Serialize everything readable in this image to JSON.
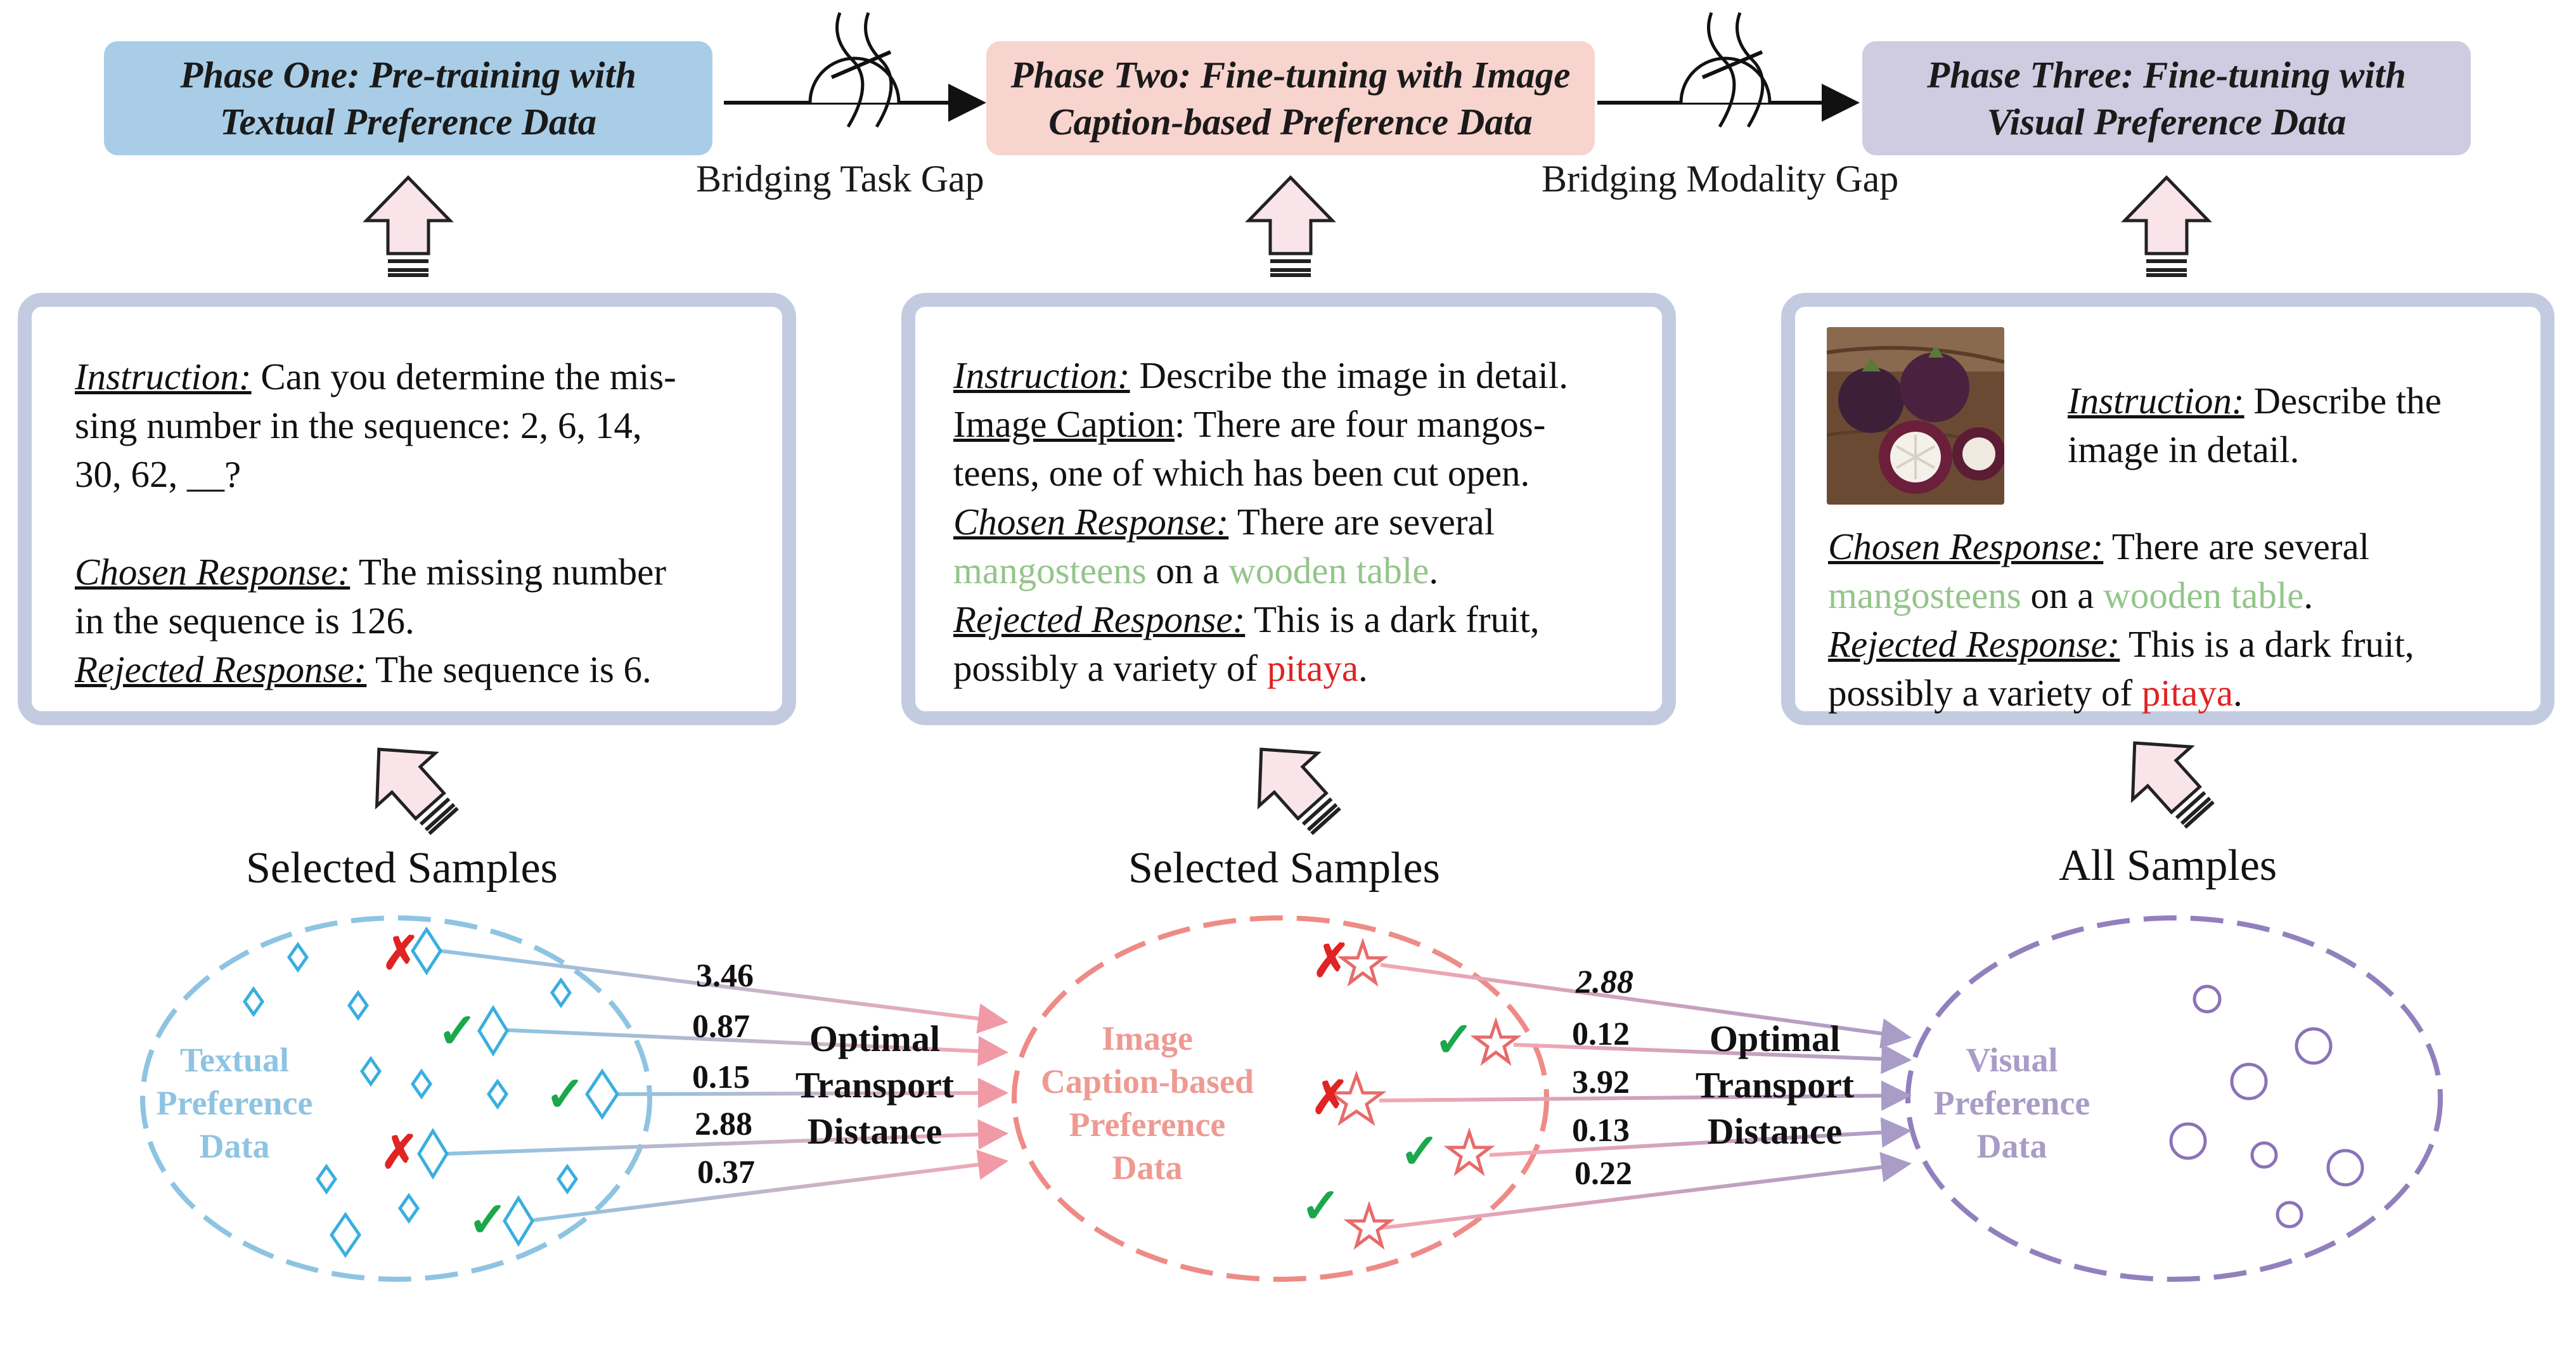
{
  "phases": [
    {
      "line1": "Phase One: Pre-training with",
      "line2": "Textual Preference Data",
      "color": "#a9cde6"
    },
    {
      "line1": "Phase Two:  Fine-tuning with Image",
      "line2": "Caption-based Preference Data",
      "color": "#f8d4cf"
    },
    {
      "line1": "Phase Three:  Fine-tuning with",
      "line2": "Visual Preference Data",
      "color": "#cfcbe0"
    }
  ],
  "gaps": {
    "task": "Bridging Task Gap",
    "modality": "Bridging Modality Gap"
  },
  "card1": {
    "instruction_label": "Instruction:",
    "instruction_l1": " Can you determine the mis-",
    "instruction_l2": "sing number in the sequence: 2, 6, 14,",
    "instruction_l3": "30, 62, __?",
    "chosen_label": "Chosen Response:",
    "chosen_l1": " The missing number",
    "chosen_l2": "in the sequence is 126.",
    "rejected_label": "Rejected Response:",
    "rejected_text": " The sequence is 6."
  },
  "card2": {
    "instruction_label": "Instruction:",
    "instruction_text": " Describe the image in detail.",
    "caption_label": "Image Caption",
    "caption_l1": ": There are four mangos-",
    "caption_l2": "teens, one of which has been cut open.",
    "chosen_label": "Chosen Response:",
    "chosen_l1": " There are several",
    "chosen_green1": "mangosteens",
    "chosen_mid": " on a ",
    "chosen_green2": "wooden table",
    "chosen_end": ".",
    "rejected_label": "Rejected Response:",
    "rejected_l1": " This is a dark fruit,",
    "rejected_l2": "possibly a variety of ",
    "rejected_red": "pitaya",
    "rejected_end": "."
  },
  "card3": {
    "instruction_label": "Instruction:",
    "instruction_l1": " Describe the",
    "instruction_l2": "image in detail.",
    "chosen_label": "Chosen Response:",
    "chosen_l1": " There are several",
    "chosen_green1": "mangosteens",
    "chosen_mid": " on a ",
    "chosen_green2": "wooden table",
    "chosen_end": ".",
    "rejected_label": "Rejected Response:",
    "rejected_l1": " This is a dark fruit,",
    "rejected_l2": "possibly a variety of ",
    "rejected_red": "pitaya",
    "rejected_end": "."
  },
  "samples": {
    "left": "Selected Samples",
    "middle": "Selected Samples",
    "right": "All Samples"
  },
  "clusters": {
    "textual": {
      "l1": "Textual",
      "l2": "Preference",
      "l3": "Data",
      "color": "#8ec4e2"
    },
    "caption": {
      "l1": "Image",
      "l2": "Caption-based",
      "l3": "Preference",
      "l4": "Data",
      "color": "#ee9a92"
    },
    "visual": {
      "l1": "Visual",
      "l2": "Preference",
      "l3": "Data",
      "color": "#a99cc7"
    }
  },
  "otd": {
    "l1": "Optimal",
    "l2": "Transport",
    "l3": "Distance"
  },
  "distances_left": [
    "3.46",
    "0.87",
    "0.15",
    "2.88",
    "0.37"
  ],
  "distances_right": [
    "2.88",
    "0.12",
    "3.92",
    "0.13",
    "0.22"
  ],
  "marks": {
    "check": "✓",
    "cross": "✗"
  },
  "colors": {
    "diamond": "#3aaee0",
    "star": "#e86a6a",
    "circle": "#8a73b8",
    "check": "#1aa84b",
    "cross": "#e02323",
    "arrow_fill": "#f9e4ea",
    "card_border": "#c2cbe0"
  }
}
